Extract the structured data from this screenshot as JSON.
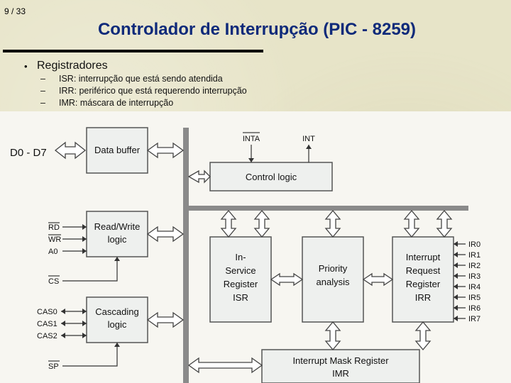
{
  "slide_number": "9 / 33",
  "title": "Controlador de Interrupção (PIC - 8259)",
  "bullet": "•",
  "heading": "Registradores",
  "subitems": [
    "ISR: interrupção que está sendo atendida",
    "IRR: periférico que está requerendo interrupção",
    "IMR: máscara de interrupção"
  ],
  "diagram": {
    "d0d7": "D0 - D7",
    "data_buffer": "Data buffer",
    "inta": "INTA",
    "int": "INT",
    "control_logic": "Control logic",
    "rd": "RD",
    "wr": "WR",
    "a0": "A0",
    "cs": "CS",
    "read_write": [
      "Read/Write",
      "logic"
    ],
    "cas0": "CAS0",
    "cas1": "CAS1",
    "cas2": "CAS2",
    "sp": "SP",
    "cascading": [
      "Cascading",
      "logic"
    ],
    "isr": [
      "In-",
      "Service",
      "Register",
      "ISR"
    ],
    "priority": [
      "Priority",
      "analysis"
    ],
    "irr": [
      "Interrupt",
      "Request",
      "Register",
      "IRR"
    ],
    "ir_lines": [
      "IR0",
      "IR1",
      "IR2",
      "IR3",
      "IR4",
      "IR5",
      "IR6",
      "IR7"
    ],
    "imr": [
      "Interrupt Mask Register",
      "IMR"
    ]
  }
}
